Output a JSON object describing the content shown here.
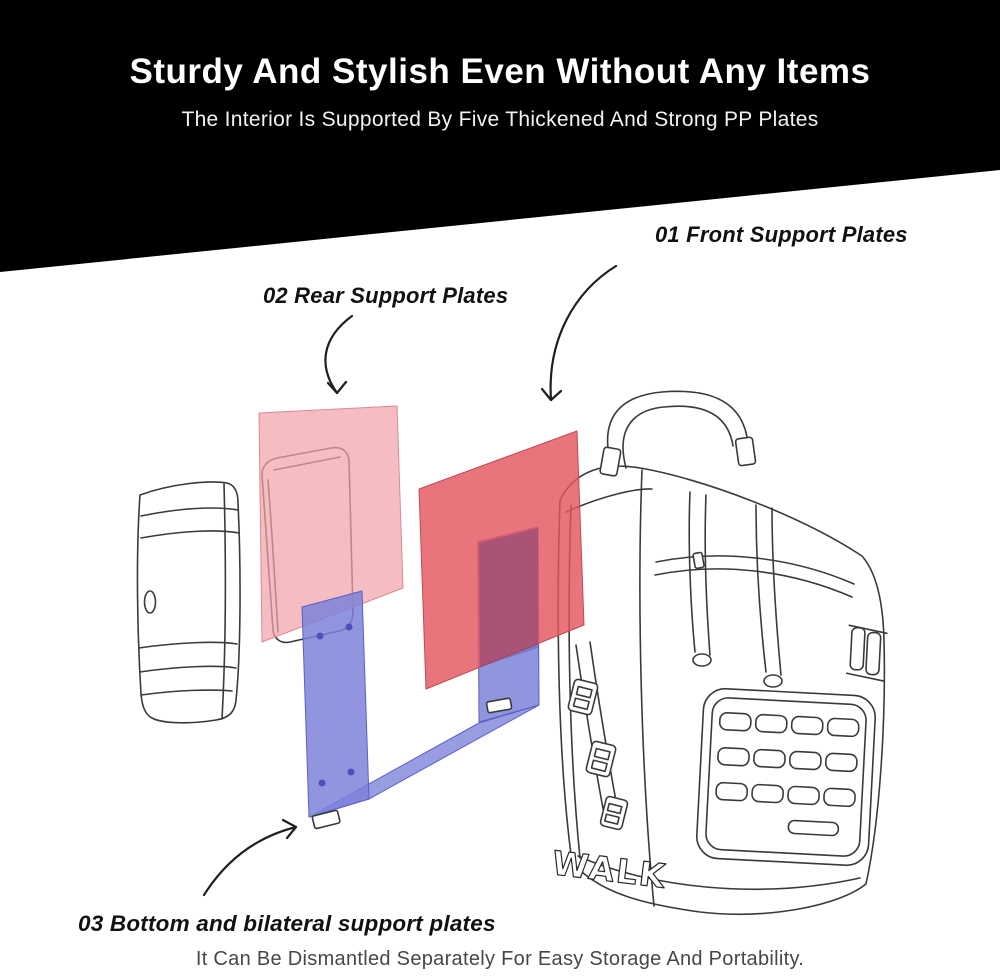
{
  "banner": {
    "title": "Sturdy And Stylish Even Without Any Items",
    "subtitle": "The Interior Is Supported By Five Thickened And Strong PP Plates"
  },
  "labels": {
    "front": "01 Front Support Plates",
    "rear": "02 Rear Support Plates",
    "bottom": "03 Bottom and bilateral support plates"
  },
  "footer": {
    "text": "It Can Be Dismantled Separately For Easy Storage And Portability."
  },
  "illustration": {
    "bag_side_text": "WALK",
    "colors": {
      "rear_plate": "#f1a3ab",
      "front_plate": "#e4555e",
      "bottom_plate": "#7e83d9"
    }
  }
}
